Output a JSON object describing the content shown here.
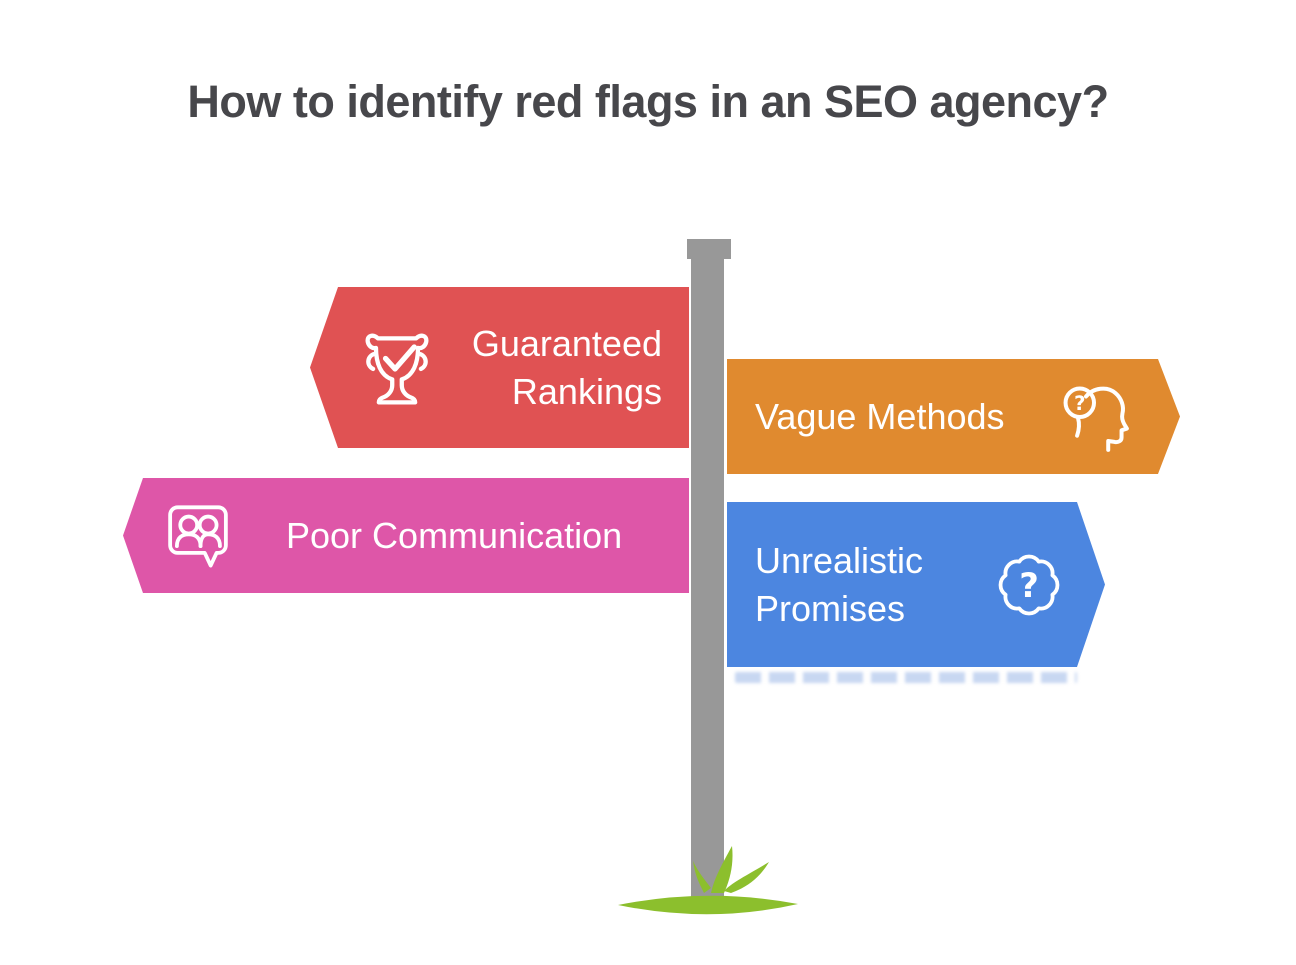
{
  "title": "How to identify red flags in an SEO agency?",
  "signs": [
    {
      "id": "guaranteed-rankings",
      "label": "Guaranteed Rankings",
      "icon": "trophy-check-icon",
      "color": "#E05253",
      "direction": "left"
    },
    {
      "id": "vague-methods",
      "label": "Vague Methods",
      "icon": "head-magnifier-question-icon",
      "color": "#E08A2F",
      "direction": "right"
    },
    {
      "id": "poor-communication",
      "label": "Poor Communication",
      "icon": "people-speech-bubble-icon",
      "color": "#DE56A8",
      "direction": "left"
    },
    {
      "id": "unrealistic-promises",
      "label": "Unrealistic Promises",
      "icon": "question-cloud-icon",
      "color": "#4C86E0",
      "direction": "right"
    }
  ],
  "icon_glyphs": {
    "question_mark": "?"
  },
  "colors": {
    "red": "#E05253",
    "orange": "#E08A2F",
    "pink": "#DE56A8",
    "blue": "#4C86E0",
    "pole": "#989898",
    "grass": "#8CBF2D",
    "title_text": "#47474B",
    "sign_text": "#FFFFFF"
  }
}
